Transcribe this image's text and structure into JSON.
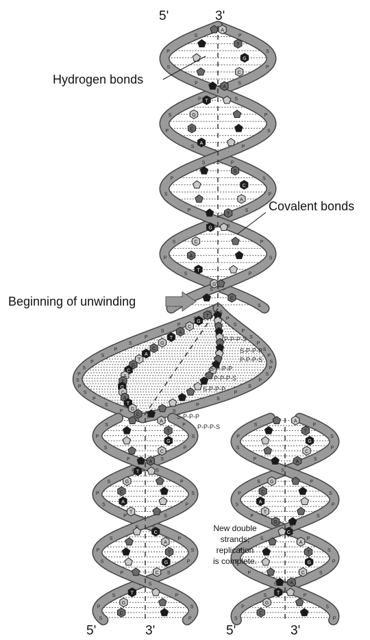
{
  "labels": {
    "top_5": "5'",
    "top_3": "3'",
    "hydrogen_bonds": "Hydrogen bonds",
    "covalent_bonds": "Covalent bonds",
    "unwinding": "Beginning of unwinding",
    "new_strands_1": "New double",
    "new_strands_2": "strands;",
    "new_strands_3": "replication",
    "new_strands_4": "is complete.",
    "bottom_left_5": "5'",
    "bottom_left_3": "3'",
    "bottom_right_5": "5'",
    "bottom_right_3": "3'"
  },
  "base_letters": [
    "A",
    "T",
    "G",
    "C"
  ],
  "backbone_letters": [
    "S",
    "P"
  ],
  "free_nucleotide_letters": [
    "P-P-P-S",
    "S-P-P-P"
  ],
  "colors": {
    "strand": "#9a9a9a",
    "strand_edge": "#444444",
    "dark_base": "#1a1a1a",
    "mid_base": "#6a6a6a",
    "light_base": "#c8c8c8",
    "arrow": "#9a9a9a"
  }
}
